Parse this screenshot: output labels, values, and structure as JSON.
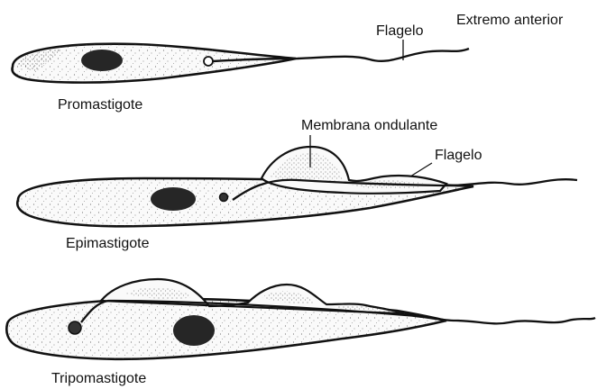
{
  "labels": {
    "flagelo_top": "Flagelo",
    "extremo_anterior": "Extremo anterior",
    "promastigote": "Promastigote",
    "membrana_ondulante": "Membrana ondulante",
    "flagelo_mid": "Flagelo",
    "epimastigote": "Epimastigote",
    "tripomastigote": "Tripomastigote"
  }
}
